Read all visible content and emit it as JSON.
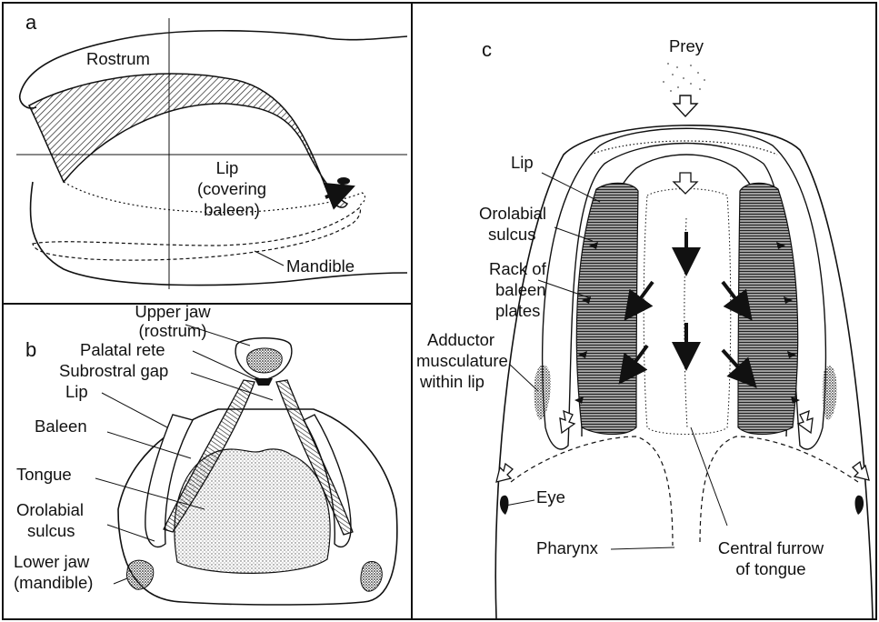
{
  "panels": {
    "a": {
      "letter": "a",
      "labels": {
        "rostrum": "Rostrum",
        "lip_line1": "Lip",
        "lip_line2": "(covering",
        "lip_line3": "baleen)",
        "mandible": "Mandible"
      }
    },
    "b": {
      "letter": "b",
      "labels": {
        "upper_jaw_line1": "Upper jaw",
        "upper_jaw_line2": "(rostrum)",
        "palatal_rete": "Palatal rete",
        "subrostral_gap": "Subrostral gap",
        "lip": "Lip",
        "baleen": "Baleen",
        "tongue": "Tongue",
        "orolabial_line1": "Orolabial",
        "orolabial_line2": "sulcus",
        "lower_jaw_line1": "Lower jaw",
        "lower_jaw_line2": "(mandible)"
      }
    },
    "c": {
      "letter": "c",
      "labels": {
        "prey": "Prey",
        "lip": "Lip",
        "orolabial_line1": "Orolabial",
        "orolabial_line2": "sulcus",
        "rack_line1": "Rack of",
        "rack_line2": "baleen",
        "rack_line3": "plates",
        "adductor_line1": "Adductor",
        "adductor_line2": "musculature",
        "adductor_line3": "within lip",
        "eye": "Eye",
        "pharynx": "Pharynx",
        "furrow_line1": "Central furrow",
        "furrow_line2": "of tongue"
      }
    }
  },
  "colors": {
    "ink": "#111111",
    "background": "#ffffff",
    "tongue_stipple": "#cfcfcf"
  }
}
